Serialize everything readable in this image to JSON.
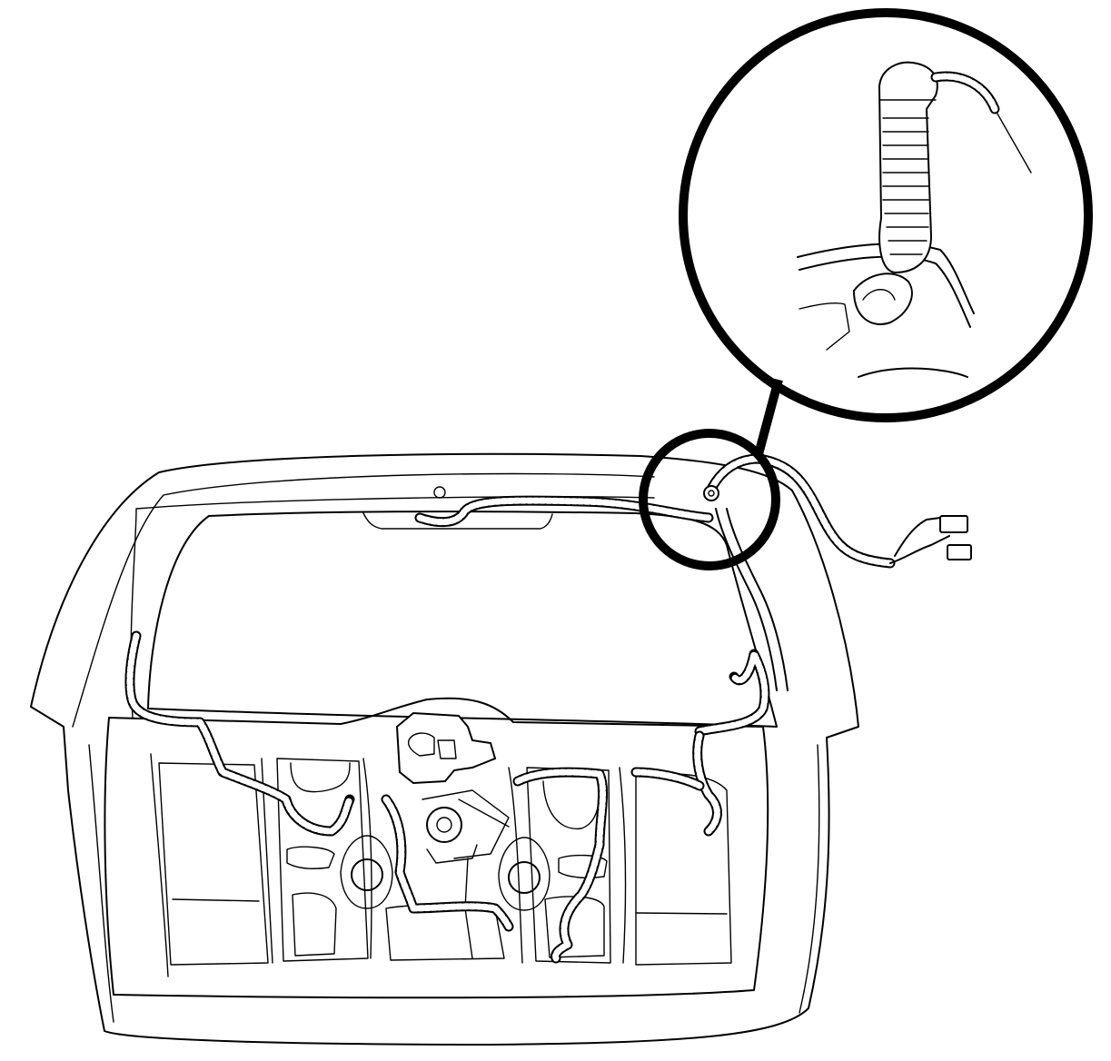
{
  "diagram": {
    "subject": "liftgate-wiring-harness",
    "colors": {
      "line": "#000000",
      "background": "#ffffff"
    },
    "callouts": [
      {
        "name": "grommet-detail-callout",
        "icon": "magnified-grommet"
      }
    ],
    "connectors": [
      {
        "name": "harness-connector-upper"
      },
      {
        "name": "harness-connector-lower"
      }
    ]
  }
}
